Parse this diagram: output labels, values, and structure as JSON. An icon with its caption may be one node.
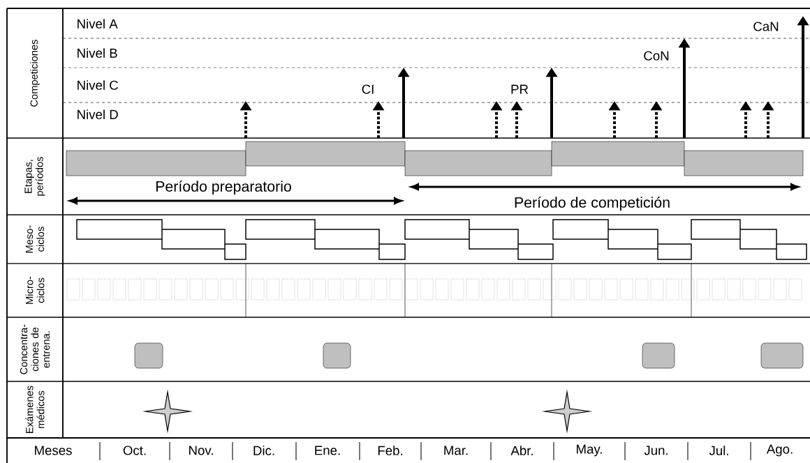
{
  "diagram": {
    "labels": [
      "Competiciones",
      "Nivel A",
      "CaN",
      "Nivel B",
      "CoN",
      "Nivel C",
      "CI",
      "PR",
      "Nivel D",
      "Etapas, períodos",
      "Período preparatorio",
      "Período de competición",
      "Meso- ciclos",
      "Micro- ciclos",
      "Concentra- ciones de entrena.",
      "Exámenes médicos",
      "Meses",
      "Oct.",
      "Nov.",
      "Dic.",
      "Ene.",
      "Feb.",
      "Mar.",
      "Abr.",
      "May.",
      "Jun.",
      "Jul.",
      "Ago."
    ]
  }
}
